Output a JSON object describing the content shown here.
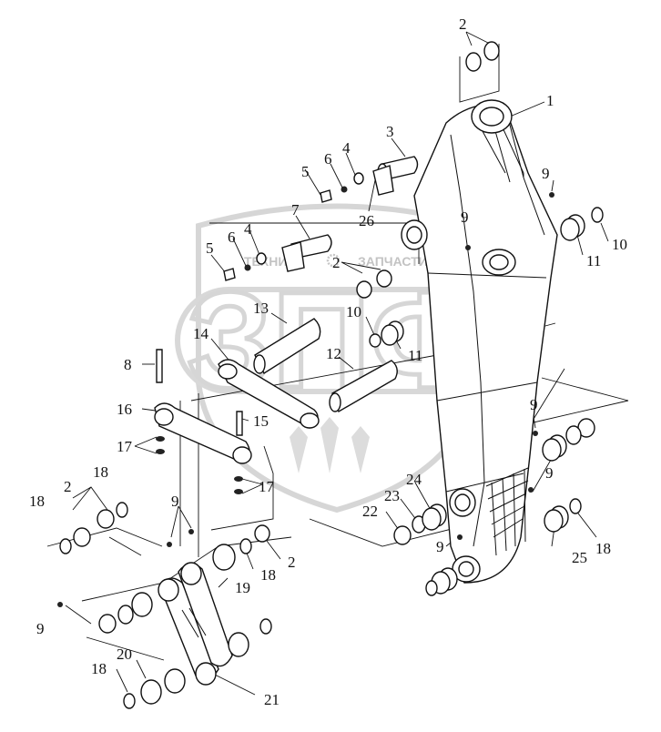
{
  "watermark": {
    "brand_left": "ТЕХНИКА",
    "brand_right": "ЗАПЧАСТИ",
    "logo_letters": "ЗПФ",
    "color": "#c8c8c8"
  },
  "callouts": [
    {
      "id": "c1",
      "text": "1"
    },
    {
      "id": "c2a",
      "text": "2"
    },
    {
      "id": "c2b",
      "text": "2"
    },
    {
      "id": "c2c",
      "text": "2"
    },
    {
      "id": "c2d",
      "text": "2"
    },
    {
      "id": "c3",
      "text": "3"
    },
    {
      "id": "c4a",
      "text": "4"
    },
    {
      "id": "c4b",
      "text": "4"
    },
    {
      "id": "c5a",
      "text": "5"
    },
    {
      "id": "c5b",
      "text": "5"
    },
    {
      "id": "c6a",
      "text": "6"
    },
    {
      "id": "c6b",
      "text": "6"
    },
    {
      "id": "c7",
      "text": "7"
    },
    {
      "id": "c8",
      "text": "8"
    },
    {
      "id": "c9a",
      "text": "9"
    },
    {
      "id": "c9b",
      "text": "9"
    },
    {
      "id": "c9c",
      "text": "9"
    },
    {
      "id": "c9d",
      "text": "9"
    },
    {
      "id": "c9e",
      "text": "9"
    },
    {
      "id": "c9f",
      "text": "9"
    },
    {
      "id": "c9g",
      "text": "9"
    },
    {
      "id": "c10a",
      "text": "10"
    },
    {
      "id": "c10b",
      "text": "10"
    },
    {
      "id": "c11a",
      "text": "11"
    },
    {
      "id": "c11b",
      "text": "11"
    },
    {
      "id": "c12",
      "text": "12"
    },
    {
      "id": "c13",
      "text": "13"
    },
    {
      "id": "c14",
      "text": "14"
    },
    {
      "id": "c15",
      "text": "15"
    },
    {
      "id": "c16",
      "text": "16"
    },
    {
      "id": "c17a",
      "text": "17"
    },
    {
      "id": "c17b",
      "text": "17"
    },
    {
      "id": "c18a",
      "text": "18"
    },
    {
      "id": "c18b",
      "text": "18"
    },
    {
      "id": "c18c",
      "text": "18"
    },
    {
      "id": "c18d",
      "text": "18"
    },
    {
      "id": "c18e",
      "text": "18"
    },
    {
      "id": "c19",
      "text": "19"
    },
    {
      "id": "c20",
      "text": "20"
    },
    {
      "id": "c21",
      "text": "21"
    },
    {
      "id": "c22",
      "text": "22"
    },
    {
      "id": "c23",
      "text": "23"
    },
    {
      "id": "c24",
      "text": "24"
    },
    {
      "id": "c25",
      "text": "25"
    },
    {
      "id": "c26",
      "text": "26"
    }
  ]
}
